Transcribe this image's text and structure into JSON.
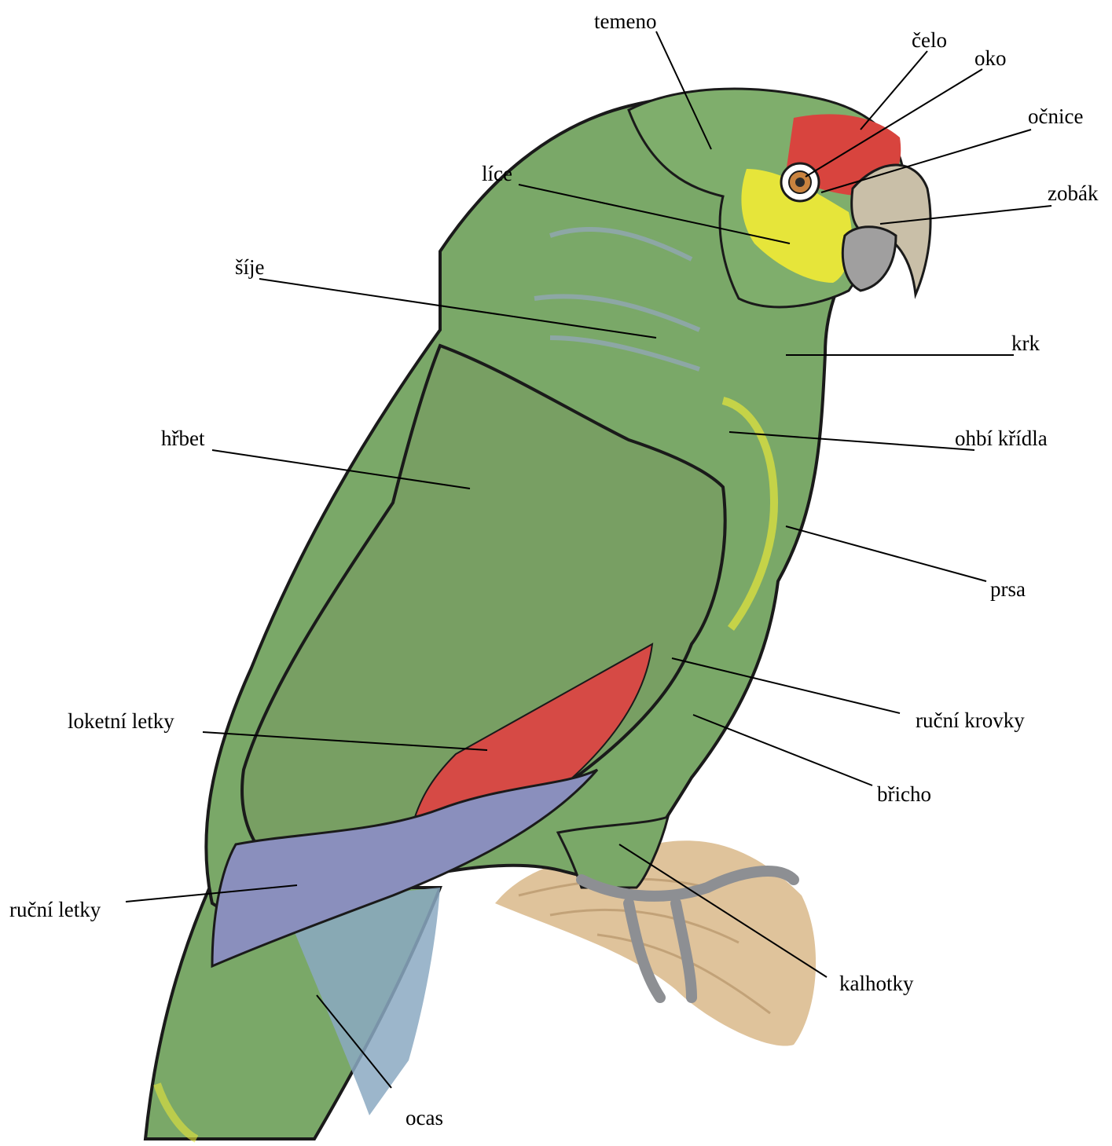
{
  "labels": {
    "temeno": "temeno",
    "celo": "čelo",
    "oko": "oko",
    "ocnice": "očnice",
    "zobak": "zobák",
    "lice": "líce",
    "sije": "šíje",
    "krk": "krk",
    "hrbet": "hřbet",
    "ohbi_kridla": "ohbí křídla",
    "prsa": "prsa",
    "rucni_krovky": "ruční krovky",
    "loketni_letky": "loketní letky",
    "bricho": "břicho",
    "rucni_letky": "ruční letky",
    "kalhotky": "kalhotky",
    "ocas": "ocas"
  },
  "colors": {
    "body_green": "#7aa868",
    "forehead_red": "#d8443e",
    "cheek_yellow": "#e6e53a",
    "secondaries_red": "#d64a45",
    "flight_blue": "#8a8fbd",
    "beak": "#c9bfa8",
    "perch": "#d9b88a",
    "outline": "#1a1a1a"
  }
}
